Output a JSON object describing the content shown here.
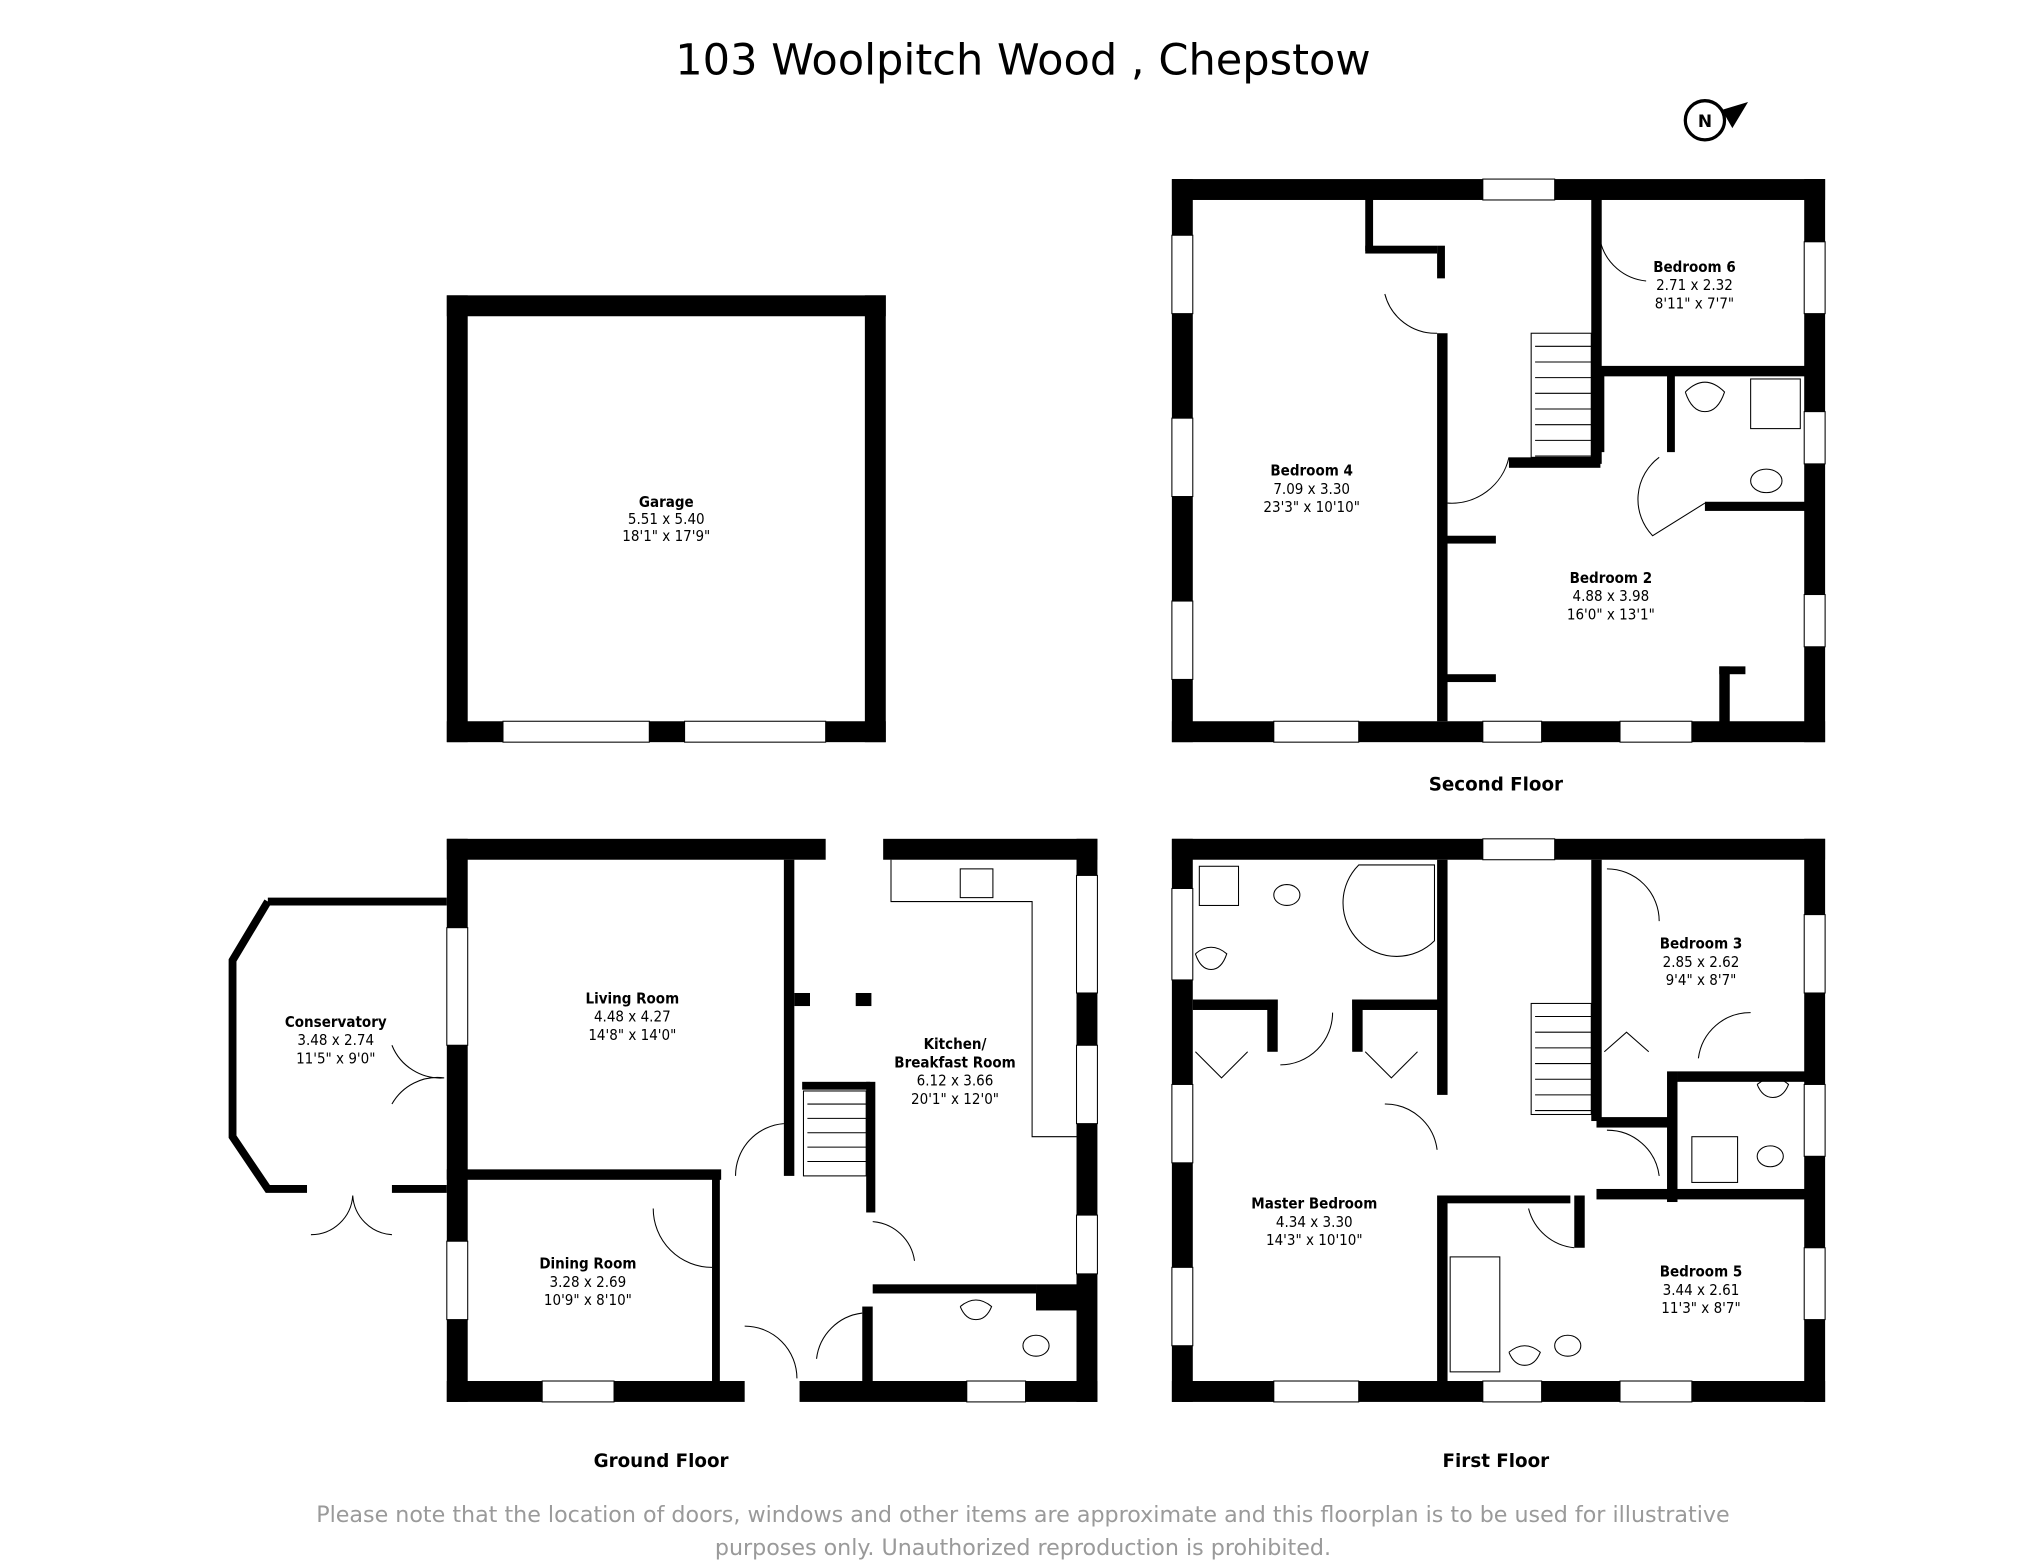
{
  "title": "103 Woolpitch Wood , Chepstow",
  "compass": {
    "label": "N",
    "icon": "north-arrow-icon"
  },
  "floors": {
    "second": "Second Floor",
    "ground": "Ground Floor",
    "first": "First Floor"
  },
  "rooms": {
    "garage": {
      "name": "Garage",
      "metric": "5.51 x 5.40",
      "imperial": "18'1\" x 17'9\""
    },
    "bedroom4": {
      "name": "Bedroom 4",
      "metric": "7.09 x 3.30",
      "imperial": "23'3\" x 10'10\""
    },
    "bedroom6": {
      "name": "Bedroom 6",
      "metric": "2.71 x 2.32",
      "imperial": "8'11\" x 7'7\""
    },
    "bedroom2": {
      "name": "Bedroom 2",
      "metric": "4.88 x 3.98",
      "imperial": "16'0\" x 13'1\""
    },
    "living": {
      "name": "Living Room",
      "metric": "4.48 x 4.27",
      "imperial": "14'8\" x 14'0\""
    },
    "conservatory": {
      "name": "Conservatory",
      "metric": "3.48 x 2.74",
      "imperial": "11'5\" x 9'0\""
    },
    "kitchen": {
      "name1": "Kitchen/",
      "name2": "Breakfast Room",
      "metric": "6.12 x 3.66",
      "imperial": "20'1\" x 12'0\""
    },
    "dining": {
      "name": "Dining Room",
      "metric": "3.28 x 2.69",
      "imperial": "10'9\" x 8'10\""
    },
    "bedroom3": {
      "name": "Bedroom 3",
      "metric": "2.85 x 2.62",
      "imperial": "9'4\" x 8'7\""
    },
    "master": {
      "name": "Master Bedroom",
      "metric": "4.34 x 3.30",
      "imperial": "14'3\" x 10'10\""
    },
    "bedroom5": {
      "name": "Bedroom 5",
      "metric": "3.44 x 2.61",
      "imperial": "11'3\" x 8'7\""
    }
  },
  "disclaimer": {
    "line1": "Please note that the location of doors, windows and other items are approximate and this floorplan is to be used for illustrative",
    "line2": "purposes only. Unauthorized reproduction is prohibited."
  }
}
